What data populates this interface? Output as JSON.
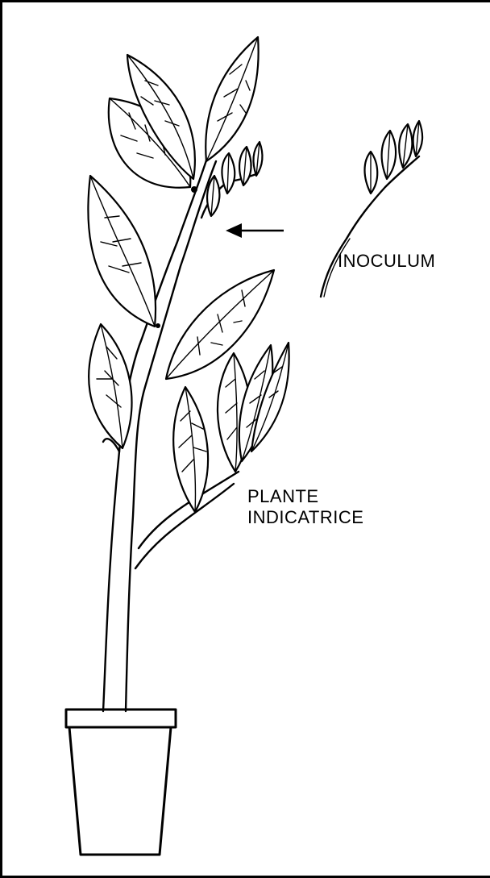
{
  "labels": {
    "inoculum": "INOCULUM",
    "indicator_plant_line1": "PLANTE",
    "indicator_plant_line2": "INDICATRICE"
  },
  "icons": [
    "arrow-left-icon"
  ],
  "colors": {
    "line": "#000000",
    "background": "#ffffff"
  }
}
